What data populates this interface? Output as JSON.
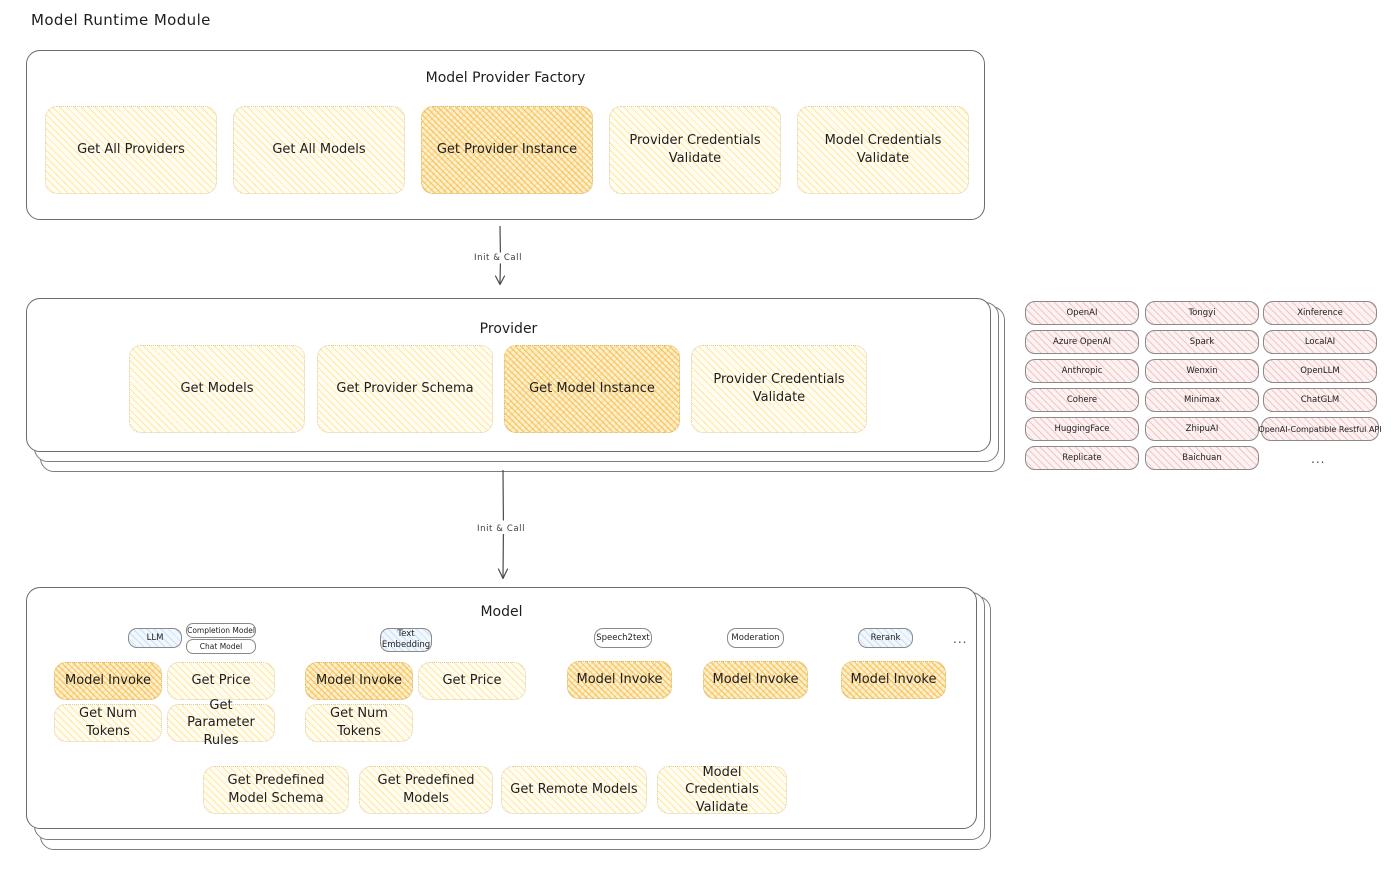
{
  "page": {
    "title": "Model Runtime Module"
  },
  "factory": {
    "label": "Model Provider Factory",
    "methods": [
      {
        "label": "Get All Providers",
        "highlight": false
      },
      {
        "label": "Get All Models",
        "highlight": false
      },
      {
        "label": "Get Provider Instance",
        "highlight": true
      },
      {
        "label": "Provider Credentials Validate",
        "highlight": false
      },
      {
        "label": "Model Credentials Validate",
        "highlight": false
      }
    ]
  },
  "arrows": {
    "factory_to_provider": "Init & Call",
    "provider_to_model": "Init & Call"
  },
  "provider": {
    "label": "Provider",
    "methods": [
      {
        "label": "Get Models",
        "highlight": false
      },
      {
        "label": "Get Provider Schema",
        "highlight": false
      },
      {
        "label": "Get Model Instance",
        "highlight": true
      },
      {
        "label": "Provider Credentials Validate",
        "highlight": false
      }
    ]
  },
  "provider_list": {
    "columns": [
      [
        "OpenAI",
        "Azure OpenAI",
        "Anthropic",
        "Cohere",
        "HuggingFace",
        "Replicate"
      ],
      [
        "Tongyi",
        "Spark",
        "Wenxin",
        "Minimax",
        "ZhipuAI",
        "Baichuan"
      ],
      [
        "Xinference",
        "LocalAI",
        "OpenLLM",
        "ChatGLM",
        "OpenAI-Compatible Restful API"
      ]
    ],
    "more": "..."
  },
  "model": {
    "label": "Model",
    "more": "...",
    "groups": [
      {
        "badge": "LLM",
        "sub_badges": [
          "Completion Model",
          "Chat Model"
        ],
        "methods": [
          {
            "label": "Model Invoke",
            "highlight": true
          },
          {
            "label": "Get Price",
            "highlight": false
          },
          {
            "label": "Get Num Tokens",
            "highlight": false
          },
          {
            "label": "Get Parameter Rules",
            "highlight": false
          }
        ]
      },
      {
        "badge": "Text Embedding",
        "sub_badges": [],
        "methods": [
          {
            "label": "Model Invoke",
            "highlight": true
          },
          {
            "label": "Get Price",
            "highlight": false
          },
          {
            "label": "Get Num Tokens",
            "highlight": false
          }
        ]
      },
      {
        "badge": "Speech2text",
        "sub_badges": [],
        "methods": [
          {
            "label": "Model Invoke",
            "highlight": true
          }
        ]
      },
      {
        "badge": "Moderation",
        "sub_badges": [],
        "methods": [
          {
            "label": "Model Invoke",
            "highlight": true
          }
        ]
      },
      {
        "badge": "Rerank",
        "sub_badges": [],
        "methods": [
          {
            "label": "Model Invoke",
            "highlight": true
          }
        ]
      }
    ],
    "common_methods": [
      "Get Predefined Model Schema",
      "Get Predefined Models",
      "Get Remote Models",
      "Model Credentials Validate"
    ]
  },
  "colors": {
    "highlight_fill": "#f7b230",
    "soft_fill": "#ffd461",
    "provider_fill": "#e06a6a",
    "badge_fill": "#6ea8de",
    "panel_border": "#6b6b6b",
    "text": "#1e1e1e"
  }
}
